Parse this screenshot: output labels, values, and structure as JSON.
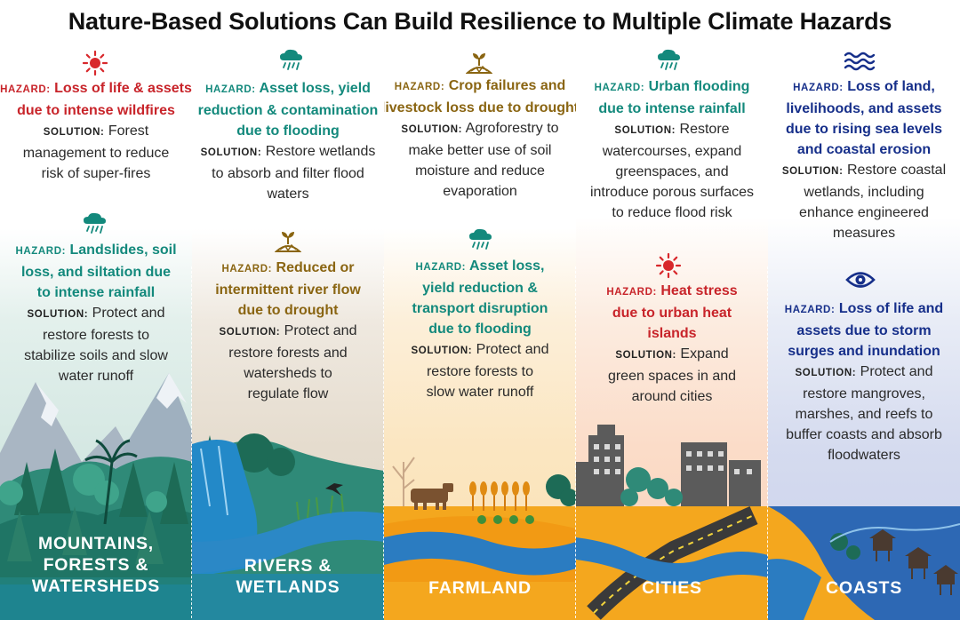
{
  "title": "Nature-Based Solutions Can Build Resilience to Multiple Climate Hazards",
  "tags": {
    "hazard": "HAZARD:",
    "solution": "SOLUTION:"
  },
  "colors": {
    "wildfire_heat": "#c8242a",
    "flooding": "#13897c",
    "drought": "#8a6512",
    "coastal": "#162f8a"
  },
  "columns": [
    {
      "label_lines": [
        "MOUNTAINS,",
        "FORESTS &",
        "WATERSHEDS"
      ],
      "blocks": [
        {
          "icon": "sun-heat-icon",
          "hazard_lines": [
            "Loss of life & assets",
            "due to intense wildfires"
          ],
          "solution_lines": [
            "Forest",
            "management to reduce",
            "risk of super-fires"
          ]
        },
        {
          "icon": "rain-cloud-icon",
          "hazard_lines": [
            "Landslides, soil",
            "loss, and siltation due",
            "to intense rainfall"
          ],
          "solution_lines": [
            "Protect and",
            "restore forests to",
            "stabilize soils and slow",
            "water runoff"
          ]
        }
      ]
    },
    {
      "label_lines": [
        "RIVERS &",
        "WETLANDS"
      ],
      "blocks": [
        {
          "icon": "rain-cloud-icon",
          "hazard_lines": [
            "Asset loss, yield",
            "reduction & contamination",
            "due to flooding"
          ],
          "solution_lines": [
            "Restore wetlands",
            "to absorb and filter flood",
            "waters"
          ]
        },
        {
          "icon": "drought-sprout-icon",
          "hazard_lines": [
            "Reduced or",
            "intermittent river flow",
            "due to drought"
          ],
          "solution_lines": [
            "Protect and",
            "restore forests and",
            "watersheds to",
            "regulate flow"
          ]
        }
      ]
    },
    {
      "label_lines": [
        "FARMLAND"
      ],
      "blocks": [
        {
          "icon": "drought-sprout-icon",
          "hazard_lines": [
            "Crop failures and",
            "livestock loss due to drought"
          ],
          "solution_lines": [
            "Agroforestry to",
            "make better use of soil",
            "moisture and reduce",
            "evaporation"
          ]
        },
        {
          "icon": "rain-cloud-icon",
          "hazard_lines": [
            "Asset loss,",
            "yield reduction &",
            "transport disruption",
            "due to flooding"
          ],
          "solution_lines": [
            "Protect and",
            "restore forests to",
            "slow water runoff"
          ]
        }
      ]
    },
    {
      "label_lines": [
        "CITIES"
      ],
      "blocks": [
        {
          "icon": "rain-cloud-icon",
          "hazard_lines": [
            "Urban flooding",
            "due to intense rainfall"
          ],
          "solution_lines": [
            "Restore",
            "watercourses, expand",
            "greenspaces, and",
            "introduce porous surfaces",
            "to reduce flood risk"
          ]
        },
        {
          "icon": "sun-heat-icon",
          "hazard_lines": [
            "Heat stress",
            "due to urban heat",
            "islands"
          ],
          "solution_lines": [
            "Expand",
            "green spaces in and",
            "around cities"
          ]
        }
      ]
    },
    {
      "label_lines": [
        "COASTS"
      ],
      "blocks": [
        {
          "icon": "waves-icon",
          "hazard_lines": [
            "Loss of land,",
            "livelihoods, and assets",
            "due to rising sea levels",
            "and coastal erosion"
          ],
          "solution_lines": [
            "Restore coastal",
            "wetlands, including",
            "enhance engineered",
            "measures"
          ]
        },
        {
          "icon": "storm-eye-icon",
          "hazard_lines": [
            "Loss of life and",
            "assets due to storm",
            "surges and inundation"
          ],
          "solution_lines": [
            "Protect and",
            "restore mangroves,",
            "marshes, and reefs to",
            "buffer coasts and absorb",
            "floodwaters"
          ]
        }
      ]
    }
  ]
}
